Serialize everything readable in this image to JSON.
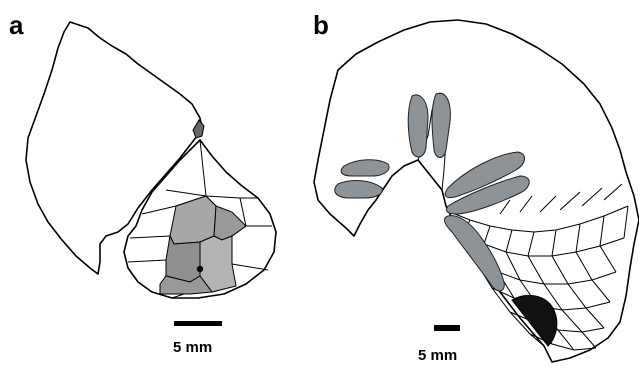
{
  "panels": [
    {
      "letter": "a",
      "scale_bar_label": "5 mm"
    },
    {
      "letter": "b",
      "scale_bar_label": "5 mm"
    }
  ],
  "colors": {
    "outline": "#000000",
    "plate_gray": "#a7a7a7",
    "lobe_gray": "#8e9397",
    "dark_plate": "#111111"
  }
}
